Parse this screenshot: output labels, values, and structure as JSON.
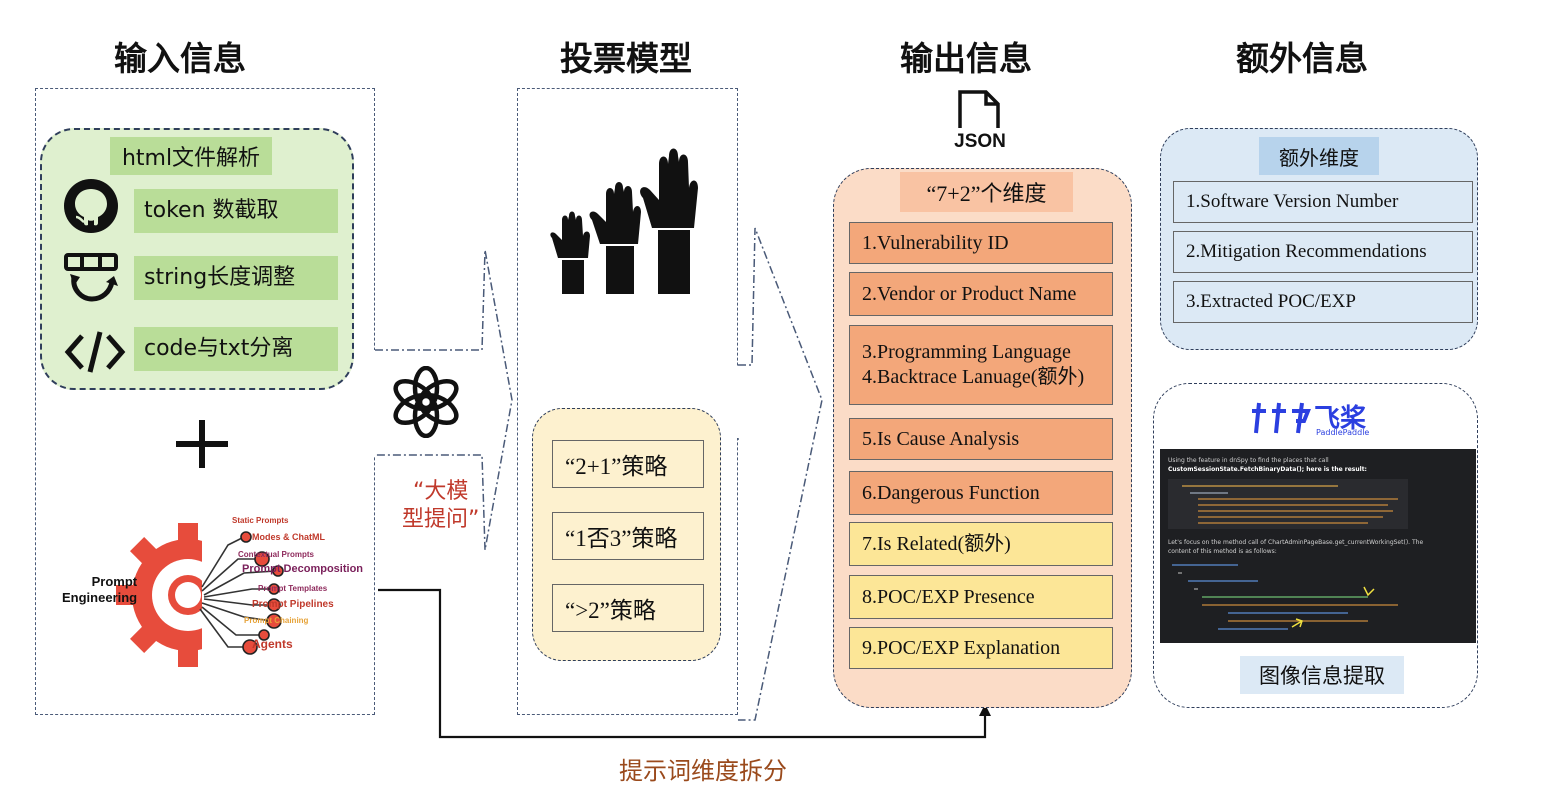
{
  "headers": {
    "input": "输入信息",
    "vote": "投票模型",
    "output": "输出信息",
    "extra": "额外信息"
  },
  "input": {
    "title": "html文件解析",
    "items": [
      "token 数截取",
      "string长度调整",
      "code与txt分离"
    ],
    "plus": "+",
    "prompt_engineering": {
      "center_label": "Prompt\nEngineering",
      "center_line1": "Prompt",
      "center_line2": "Engineering",
      "items": [
        {
          "label": "Static Prompts",
          "color": "#c0392b"
        },
        {
          "label": "Modes & ChatML",
          "color": "#c0392b"
        },
        {
          "label": "Contextual Prompts",
          "color": "#8e2a5c"
        },
        {
          "label": "Prompt Decomposition",
          "color": "#7a1f5a"
        },
        {
          "label": "Prompt Templates",
          "color": "#8e2a5c"
        },
        {
          "label": "Prompt Pipelines",
          "color": "#c0392b"
        },
        {
          "label": "Prompt Chaining",
          "color": "#e6a33a"
        },
        {
          "label": "Agents",
          "color": "#c0392b"
        }
      ]
    }
  },
  "middle": {
    "llm_query": "“大模型提问”",
    "llm_line1": "“大模",
    "llm_line2": "型提问”"
  },
  "vote": {
    "strategies": [
      "“2+1”策略",
      "“1否3”策略",
      "“>2”策略"
    ]
  },
  "output": {
    "json_label": "JSON",
    "dim_title": "“7+2”个维度",
    "dimensions": [
      {
        "lines": [
          "1.Vulnerability ID"
        ],
        "color": "orange"
      },
      {
        "lines": [
          "2.Vendor or Product Name"
        ],
        "color": "orange"
      },
      {
        "lines": [
          "3.Programming Language",
          "4.Backtrace Lanuage(额外)"
        ],
        "color": "orange"
      },
      {
        "lines": [
          "5.Is Cause Analysis"
        ],
        "color": "orange"
      },
      {
        "lines": [
          "6.Dangerous Function"
        ],
        "color": "orange"
      },
      {
        "lines": [
          "7.Is Related(额外)"
        ],
        "color": "yellow"
      },
      {
        "lines": [
          "8.POC/EXP Presence"
        ],
        "color": "yellow"
      },
      {
        "lines": [
          "9.POC/EXP Explanation"
        ],
        "color": "yellow"
      }
    ]
  },
  "extra": {
    "title": "额外维度",
    "items": [
      "1.Software Version Number",
      "2.Mitigation Recommendations",
      "3.Extracted POC/EXP"
    ],
    "paddle_logo": "飞桨",
    "paddle_sub": "PaddlePaddle",
    "image_caption": "图像信息提取",
    "screenshot_text": {
      "line1": "Using the  feature in dnSpy to find the places that call",
      "line2": "CustomSessionState.FetchBinaryData(); here is the result:",
      "line3": "Let's focus on the method call of ChartAdminPageBase.get_currentWorkingSet(). The",
      "line4": "content of this method is as follows:"
    }
  },
  "bottom_label": "提示词维度拆分",
  "colors": {
    "green_panel": "#dff0cf",
    "green_label": "#b9dd98",
    "vote_panel": "#fdf1cf",
    "output_panel": "#fbdcc7",
    "dim_orange": "#f3a77a",
    "dim_yellow": "#fce697",
    "extra_panel": "#dce9f5",
    "red_text": "#c0392b",
    "brown_text": "#9a4a1c",
    "paddle_blue": "#2b3fe0"
  }
}
